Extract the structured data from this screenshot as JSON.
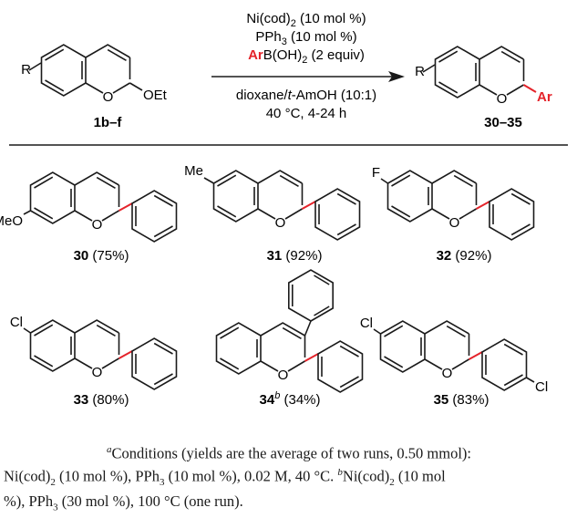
{
  "scheme": {
    "reactant": {
      "r_group": "R",
      "substituent": "OEt",
      "label": "1b–f"
    },
    "product": {
      "r_group": "R",
      "aryl": "Ar",
      "label": "30–35"
    },
    "conditions_above": [
      {
        "pre": "Ni(cod)",
        "sub": "2",
        "post": " (10 mol %)"
      },
      {
        "pre": "PPh",
        "sub": "3",
        "post": " (10 mol %)"
      },
      {
        "highlight": "Ar",
        "post": "B(OH)",
        "sub": "2",
        "tail": " (2 equiv)"
      }
    ],
    "conditions_below": [
      {
        "pre": "dioxane/",
        "italic": "t",
        "post": "-AmOH (10:1)"
      },
      {
        "pre": "40 °C, 4-24 h"
      }
    ],
    "accent_color": "#e4232a"
  },
  "entries": [
    {
      "id": "30",
      "sup": "",
      "yield": "(75%)",
      "substituent": "MeO"
    },
    {
      "id": "31",
      "sup": "",
      "yield": "(92%)",
      "substituent": "Me"
    },
    {
      "id": "32",
      "sup": "",
      "yield": "(92%)",
      "substituent": "F"
    },
    {
      "id": "33",
      "sup": "",
      "yield": "(80%)",
      "substituent": "Cl"
    },
    {
      "id": "34",
      "sup": "b",
      "yield": "(34%)",
      "substituent": ""
    },
    {
      "id": "35",
      "sup": "",
      "yield": "(83%)",
      "substituent": "Cl",
      "aryl_substituent": "Cl"
    }
  ],
  "ring_atom": "O",
  "footnote": {
    "a_mark": "a",
    "a_text": "Conditions (yields are the average of two runs, 0.50 mmol):",
    "a_line2_parts": [
      "Ni(cod)",
      "2",
      " (10 mol %), PPh",
      "3",
      " (10 mol %), 0.02 M, 40 °C. "
    ],
    "b_mark": "b",
    "b_line2_parts": [
      "Ni(cod)",
      "2",
      " (10 mol"
    ],
    "b_line3_parts": [
      "%), PPh",
      "3",
      " (30 mol %), 100 °C (one run)."
    ]
  }
}
